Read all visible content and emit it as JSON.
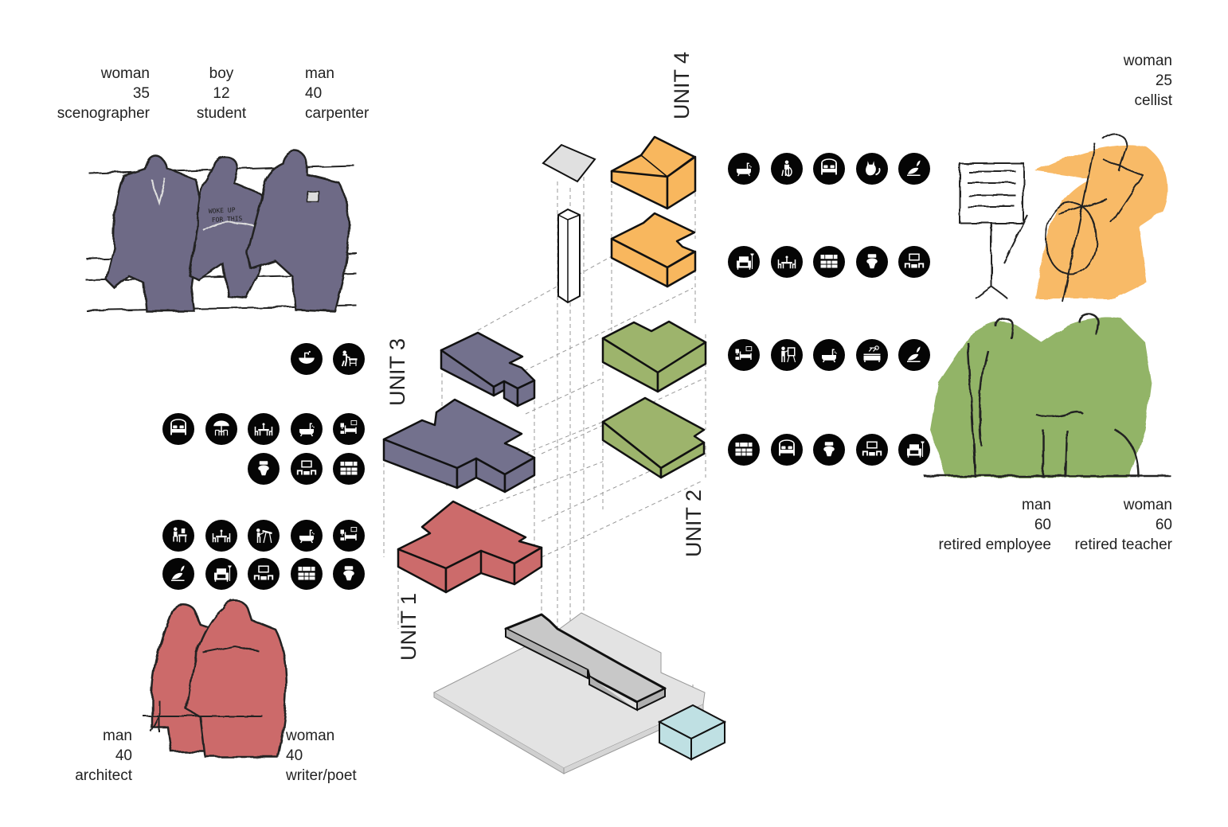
{
  "units": {
    "unit1": {
      "label": "UNIT 1",
      "color": "#cc6b6b"
    },
    "unit2": {
      "label": "UNIT 2",
      "color": "#9db46c"
    },
    "unit3": {
      "label": "UNIT 3",
      "color": "#73718d"
    },
    "unit4": {
      "label": "UNIT 4",
      "color": "#f8b75e"
    },
    "service_color": "#bfe0e3",
    "ground_color": "#e3e3e3"
  },
  "people": {
    "group_top_left": [
      {
        "gender": "woman",
        "age": "35",
        "occupation": "scenographer"
      },
      {
        "gender": "boy",
        "age": "12",
        "occupation": "student"
      },
      {
        "gender": "man",
        "age": "40",
        "occupation": "carpenter"
      }
    ],
    "group_top_right": [
      {
        "gender": "woman",
        "age": "25",
        "occupation": "cellist"
      }
    ],
    "group_right": [
      {
        "gender": "man",
        "age": "60",
        "occupation": "retired employee"
      },
      {
        "gender": "woman",
        "age": "60",
        "occupation": "retired teacher"
      }
    ],
    "group_bottom_left": [
      {
        "gender": "man",
        "age": "40",
        "occupation": "architect"
      },
      {
        "gender": "woman",
        "age": "40",
        "occupation": "writer/poet"
      }
    ]
  },
  "tshirt_text": [
    "WOKE UP",
    "FOR THIS"
  ],
  "icons": {
    "unit4_row1": [
      "bathtub-icon",
      "cello-icon",
      "bed-icon",
      "cat-icon",
      "gardening-icon"
    ],
    "unit4_row2": [
      "armchair-icon",
      "dining-table-icon",
      "kitchen-icon",
      "toilet-icon",
      "tv-icon"
    ],
    "unit2_row1": [
      "bedroom-icon",
      "painter-icon",
      "bathtub-icon",
      "living-room-icon",
      "gardening-icon"
    ],
    "unit2_row2": [
      "kitchen-icon",
      "bed-icon",
      "toilet-icon",
      "tv-icon",
      "armchair-icon"
    ],
    "unit3_row1": [
      "sink-icon",
      "workbench-icon"
    ],
    "unit3_row2": [
      "bed-icon",
      "patio-umbrella-icon",
      "dining-table-icon",
      "bathtub-icon",
      "bedroom-icon"
    ],
    "unit3_row3": [
      "toilet-icon",
      "tv-icon",
      "kitchen-icon"
    ],
    "unit1_row1": [
      "desk-worker-icon",
      "dining-table-icon",
      "drawing-desk-icon",
      "bathtub-icon",
      "bedroom-icon"
    ],
    "unit1_row2": [
      "gardening-icon",
      "armchair-icon",
      "tv-icon",
      "kitchen-icon",
      "toilet-icon"
    ]
  }
}
